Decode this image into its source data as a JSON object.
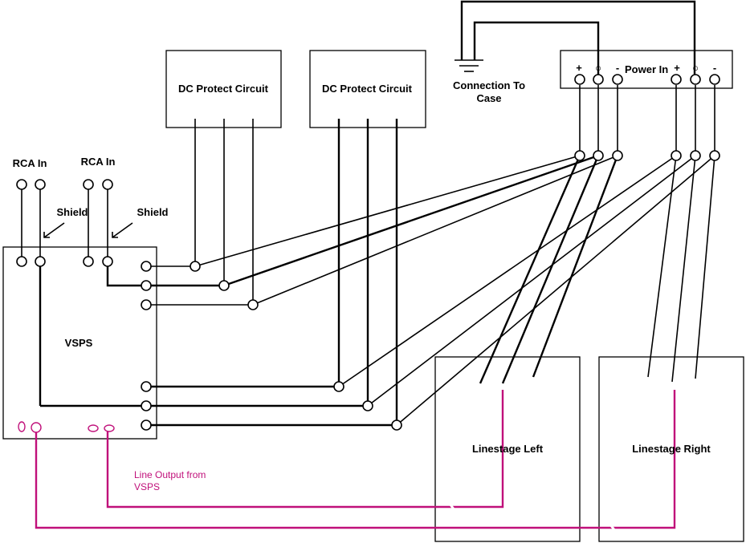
{
  "labels": {
    "dc_protect_1": "DC Protect Circuit",
    "dc_protect_2": "DC Protect Circuit",
    "power_in": "Power In",
    "connection_to_case_line1": "Connection To",
    "connection_to_case_line2": "Case",
    "rca_in_left": "RCA In",
    "rca_in_right": "RCA In",
    "shield_left": "Shield",
    "shield_right": "Shield",
    "vsps": "VSPS",
    "linestage_left": "Linestage Left",
    "linestage_right": "Linestage Right",
    "line_output_line1": "Line Output from",
    "line_output_line2": "VSPS"
  },
  "power_symbols": {
    "left_plus": "+",
    "left_ground": "○",
    "left_minus": "-",
    "right_plus": "+",
    "right_ground": "○",
    "right_minus": "-"
  },
  "colors": {
    "wire": "#000000",
    "line_output_wire": "#c0107a"
  }
}
